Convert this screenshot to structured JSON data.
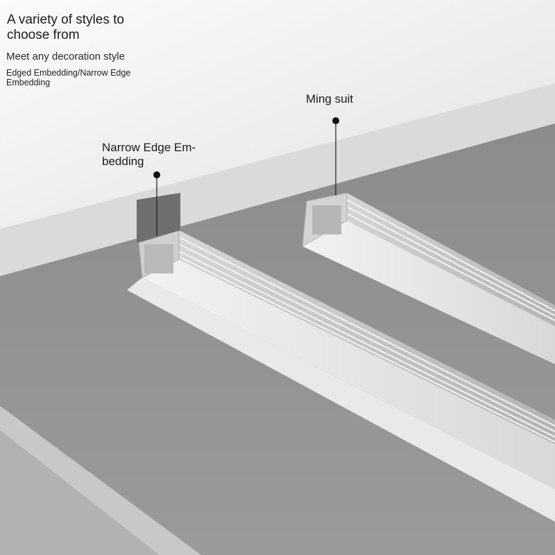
{
  "heading": "A variety of styles to choose from",
  "subheading": "Meet any decoration style",
  "detail": "Edged Embedding/Narrow Edge Embedding",
  "callouts": {
    "narrow_edge": "Narrow Edge Em-bedding",
    "ming_suit": "Ming suit"
  }
}
